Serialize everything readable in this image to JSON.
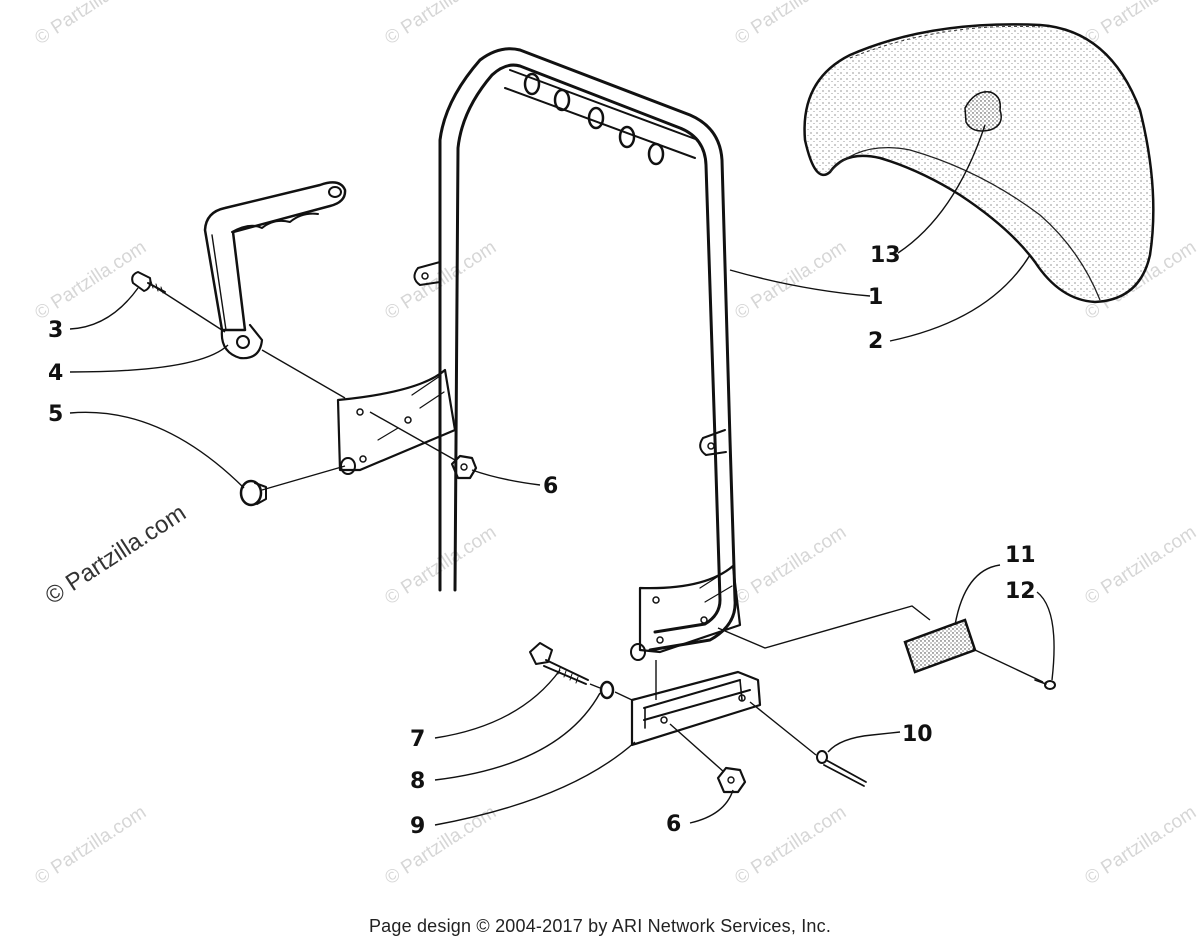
{
  "diagram": {
    "callouts": [
      {
        "id": "1",
        "label": "1"
      },
      {
        "id": "2",
        "label": "2"
      },
      {
        "id": "3",
        "label": "3"
      },
      {
        "id": "4",
        "label": "4"
      },
      {
        "id": "5",
        "label": "5"
      },
      {
        "id": "6a",
        "label": "6"
      },
      {
        "id": "6b",
        "label": "6"
      },
      {
        "id": "7",
        "label": "7"
      },
      {
        "id": "8",
        "label": "8"
      },
      {
        "id": "9",
        "label": "9"
      },
      {
        "id": "10",
        "label": "10"
      },
      {
        "id": "11",
        "label": "11"
      },
      {
        "id": "12",
        "label": "12"
      },
      {
        "id": "13",
        "label": "13"
      }
    ],
    "watermark": "© Partzilla.com",
    "reflector_text": "",
    "footer": "Page design © 2004-2017 by ARI Network Services, Inc."
  },
  "colors": {
    "ink": "#111111",
    "watermark": "#d6d6d6",
    "background": "#ffffff"
  }
}
